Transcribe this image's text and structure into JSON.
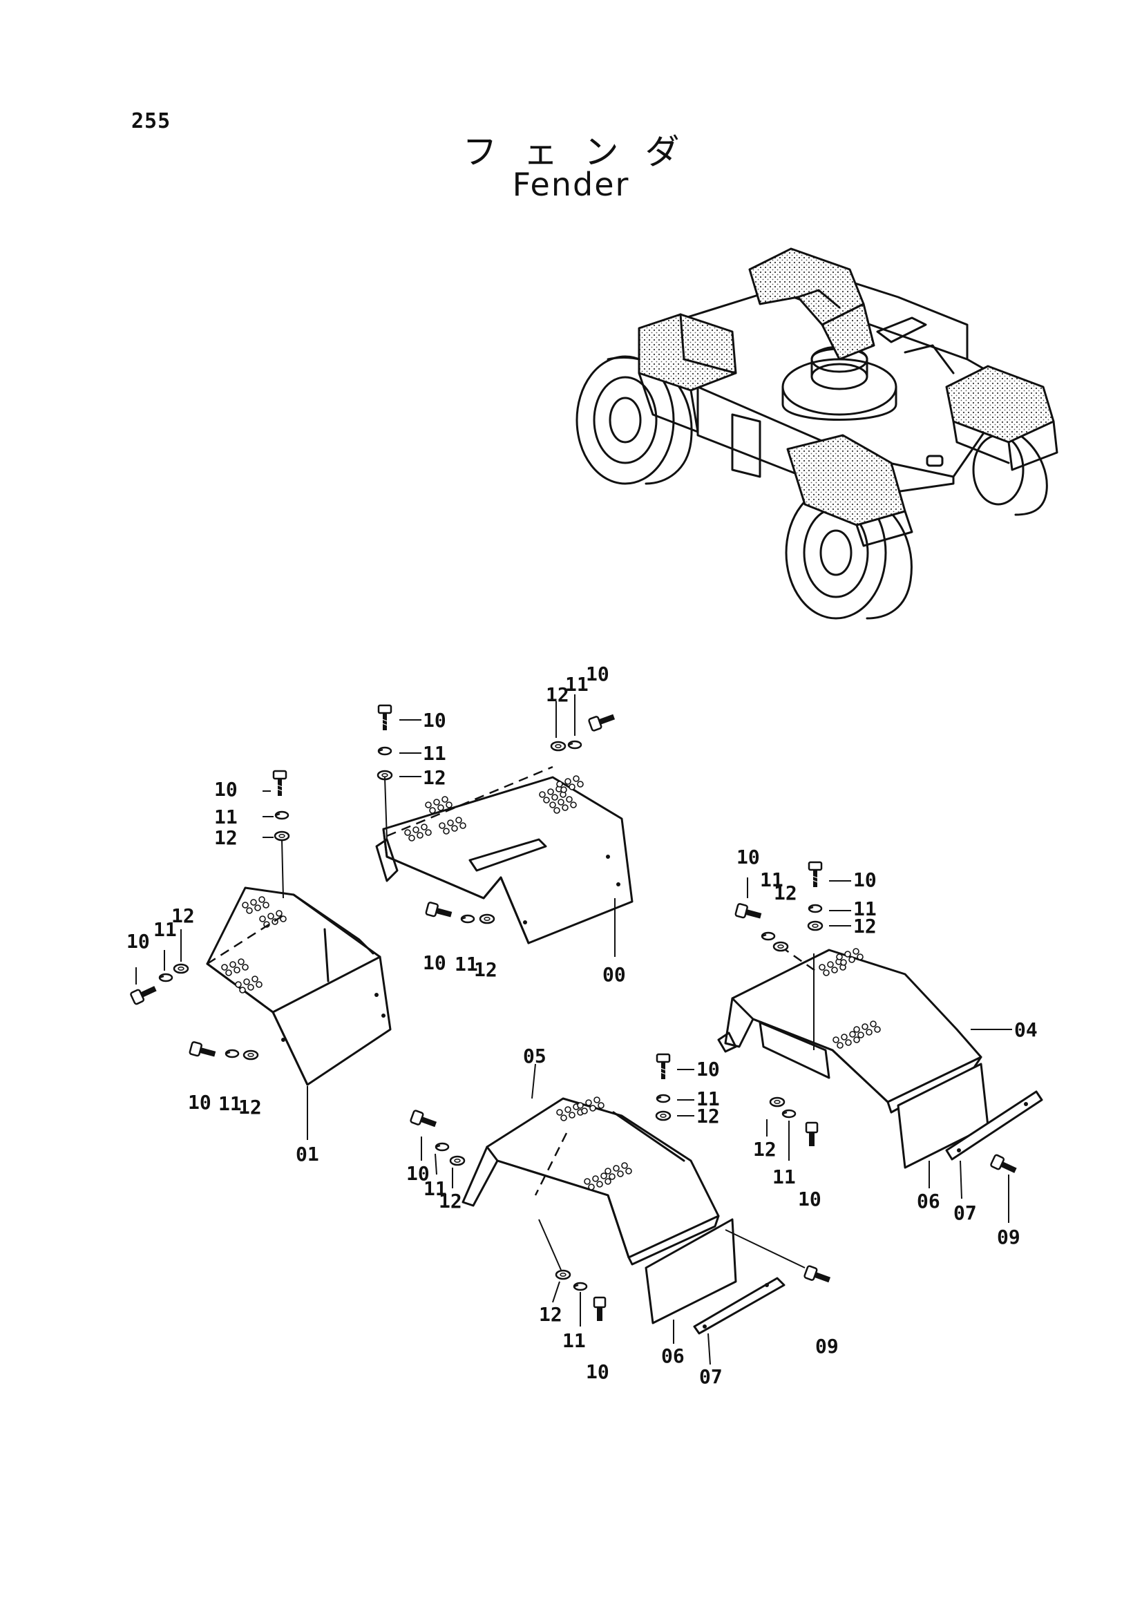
{
  "page_number": "255",
  "title_jp": "フェンダ",
  "title_en": "Fender",
  "callouts": [
    {
      "id": "c00",
      "text": "00"
    },
    {
      "id": "c01",
      "text": "01"
    },
    {
      "id": "c04",
      "text": "04"
    },
    {
      "id": "c05",
      "text": "05"
    },
    {
      "id": "c06a",
      "text": "06"
    },
    {
      "id": "c06b",
      "text": "06"
    },
    {
      "id": "c07a",
      "text": "07"
    },
    {
      "id": "c07b",
      "text": "07"
    },
    {
      "id": "c09a",
      "text": "09"
    },
    {
      "id": "c09b",
      "text": "09"
    },
    {
      "id": "c10a",
      "text": "10"
    },
    {
      "id": "c10b",
      "text": "10"
    },
    {
      "id": "c10c",
      "text": "10"
    },
    {
      "id": "c10d",
      "text": "10"
    },
    {
      "id": "c10e",
      "text": "10"
    },
    {
      "id": "c10f",
      "text": "10"
    },
    {
      "id": "c10g",
      "text": "10"
    },
    {
      "id": "c10h",
      "text": "10"
    },
    {
      "id": "c10i",
      "text": "10"
    },
    {
      "id": "c10j",
      "text": "10"
    },
    {
      "id": "c10k",
      "text": "10"
    },
    {
      "id": "c10l",
      "text": "10"
    },
    {
      "id": "c11a",
      "text": "11"
    },
    {
      "id": "c11b",
      "text": "11"
    },
    {
      "id": "c11c",
      "text": "11"
    },
    {
      "id": "c11d",
      "text": "11"
    },
    {
      "id": "c11e",
      "text": "11"
    },
    {
      "id": "c11f",
      "text": "11"
    },
    {
      "id": "c11g",
      "text": "11"
    },
    {
      "id": "c11h",
      "text": "11"
    },
    {
      "id": "c11i",
      "text": "11"
    },
    {
      "id": "c11j",
      "text": "11"
    },
    {
      "id": "c11k",
      "text": "11"
    },
    {
      "id": "c11l",
      "text": "11"
    },
    {
      "id": "c12a",
      "text": "12"
    },
    {
      "id": "c12b",
      "text": "12"
    },
    {
      "id": "c12c",
      "text": "12"
    },
    {
      "id": "c12d",
      "text": "12"
    },
    {
      "id": "c12e",
      "text": "12"
    },
    {
      "id": "c12f",
      "text": "12"
    },
    {
      "id": "c12g",
      "text": "12"
    },
    {
      "id": "c12h",
      "text": "12"
    },
    {
      "id": "c12i",
      "text": "12"
    },
    {
      "id": "c12j",
      "text": "12"
    },
    {
      "id": "c12k",
      "text": "12"
    },
    {
      "id": "c12l",
      "text": "12"
    }
  ]
}
